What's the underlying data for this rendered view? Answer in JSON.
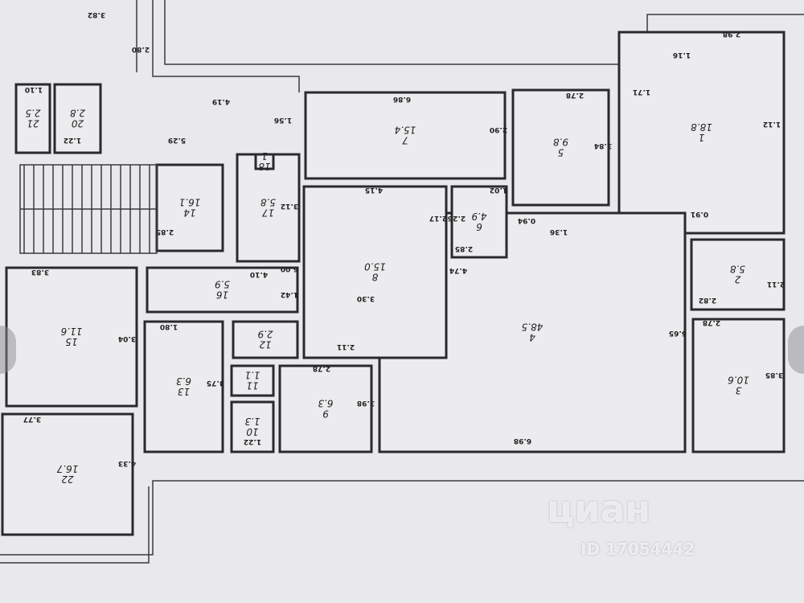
{
  "rooms": [
    {
      "no": "1",
      "area": "18.8"
    },
    {
      "no": "2",
      "area": "5.8"
    },
    {
      "no": "3",
      "area": "10.6"
    },
    {
      "no": "4",
      "area": "48.5"
    },
    {
      "no": "5",
      "area": "9.8"
    },
    {
      "no": "6",
      "area": "4.9"
    },
    {
      "no": "7",
      "area": "15.4"
    },
    {
      "no": "8",
      "area": "15.0"
    },
    {
      "no": "9",
      "area": "6.3"
    },
    {
      "no": "10",
      "area": "1.3"
    },
    {
      "no": "11",
      "area": "1.1"
    },
    {
      "no": "12",
      "area": "2.9"
    },
    {
      "no": "13",
      "area": "6.3"
    },
    {
      "no": "14",
      "area": "16.1"
    },
    {
      "no": "15",
      "area": "11.6"
    },
    {
      "no": "16",
      "area": "5.9"
    },
    {
      "no": "17",
      "area": "5.8"
    },
    {
      "no": "18",
      "area": "1"
    },
    {
      "no": "20",
      "area": "2.8"
    },
    {
      "no": "21",
      "area": "2.5"
    },
    {
      "no": "22",
      "area": "16.7"
    }
  ],
  "dims": [
    "6.86",
    "2.90",
    "2.78",
    "3.84",
    "2.98",
    "1.16",
    "1.71",
    "1.12",
    "4.15",
    "2.17",
    "2.26",
    "1.02",
    "2.85",
    "0.94",
    "1.36",
    "4.74",
    "0.91",
    "2.11",
    "2.82",
    "2.78",
    "6.65",
    "3.85",
    "6.98",
    "3.30",
    "6.00",
    "2.11",
    "2.78",
    "3.98",
    "4.19",
    "1.56",
    "5.29",
    "1.22",
    "1.10",
    "2.85",
    "3.12",
    "4.10",
    "1.42",
    "3.83",
    "3.04",
    "1.80",
    "3.75",
    "3.77",
    "4.33",
    "1.22",
    "3.82",
    "2.80"
  ],
  "watermark": {
    "brand": "циан",
    "id": "ID 17054442"
  }
}
